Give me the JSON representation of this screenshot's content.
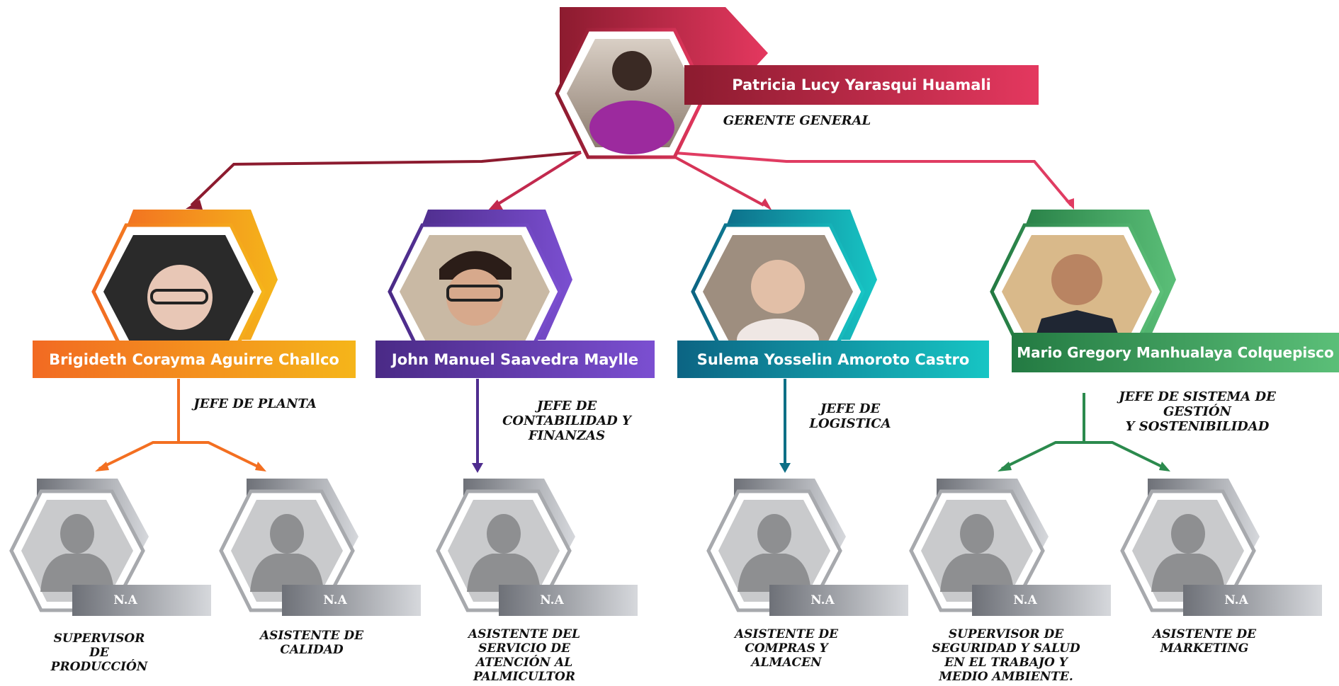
{
  "colors": {
    "gm": "#b31f45",
    "orange": "#f36f21",
    "purple": "#4f2d8f",
    "teal": "#0d6f86",
    "green": "#2b8a4d",
    "grey": "#8f9299"
  },
  "general_manager": {
    "name": "Patricia Lucy Yarasqui Huamali",
    "role": "GERENTE GENERAL",
    "photo_icon": "person-photo-icon"
  },
  "managers": [
    {
      "name": "Brigideth Corayma Aguirre Challco",
      "role": "JEFE DE PLANTA",
      "color": "orange"
    },
    {
      "name": "John Manuel Saavedra Maylle",
      "role": "JEFE DE\nCONTABILIDAD Y\nFINANZAS",
      "color": "purple"
    },
    {
      "name": "Sulema Yosselin Amoroto Castro",
      "role": "JEFE DE\nLOGISTICA",
      "color": "teal"
    },
    {
      "name": "Mario Gregory Manhualaya Colquepisco",
      "role": "JEFE DE SISTEMA DE GESTIÓN\nY SOSTENIBILIDAD",
      "color": "green"
    }
  ],
  "staff": [
    {
      "name": "N.A",
      "role": "SUPERVISOR\nDE\nPRODUCCIÓN",
      "manager": 0
    },
    {
      "name": "N.A",
      "role": "ASISTENTE DE\nCALIDAD",
      "manager": 0
    },
    {
      "name": "N.A",
      "role": "ASISTENTE DEL\nSERVICIO DE\nATENCIÓN AL\nPALMICULTOR",
      "manager": 1
    },
    {
      "name": "N.A",
      "role": "ASISTENTE DE\nCOMPRAS Y\nALMACEN",
      "manager": 2
    },
    {
      "name": "N.A",
      "role": "SUPERVISOR DE\nSEGURIDAD Y SALUD\nEN EL TRABAJO Y\nMEDIO AMBIENTE.",
      "manager": 3
    },
    {
      "name": "N.A",
      "role": "ASISTENTE DE\nMARKETING",
      "manager": 3
    }
  ],
  "placeholder_icon": "user-silhouette-icon"
}
